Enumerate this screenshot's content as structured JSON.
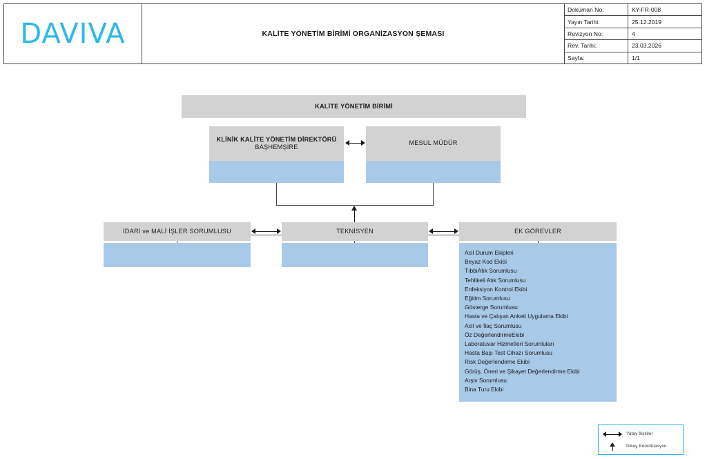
{
  "header": {
    "logo_text": "DAVIVA",
    "logo_color": "#2bb9e8",
    "document_title": "KALİTE YÖNETİM BİRİMİ ORGANİZASYON ŞEMASI",
    "meta": [
      {
        "label": "Doküman No:",
        "value": "KY-FR-008"
      },
      {
        "label": "Yayın Tarihi:",
        "value": "25.12.2019"
      },
      {
        "label": "Revizyon No:",
        "value": "4"
      },
      {
        "label": "Rev. Tarihi:",
        "value": "23.03.2026"
      },
      {
        "label": "Sayfa:",
        "value": "1/1"
      }
    ]
  },
  "chart": {
    "root": {
      "label": "KALİTE YÖNETİM BİRİMİ"
    },
    "level2": [
      {
        "label": "KLİNİK KALİTE YÖNETİM DİREKTÖRÜ",
        "sublabel": "BAŞHEMŞİRE"
      },
      {
        "label": "MESUL MÜDÜR",
        "sublabel": ""
      }
    ],
    "level3": [
      {
        "label": "İDARİ ve MALİ İŞLER SORUMLUSU"
      },
      {
        "label": "TEKNİSYEN"
      },
      {
        "label": "EK GÖREVLER"
      }
    ],
    "ek_gorevler_items": [
      "Acil Durum Ekipleri",
      "Beyaz Kod Ekibi",
      "TıbbiAtık Sorumlusu",
      "Tehlikeli Atık Sorumlusu",
      "Enfeksiyon Kontrol Ekibi",
      "Eğitim Sorumlusu",
      "Gösterge Sorumlusu",
      "Hasta ve Çalışan Anketi Uygulama Ekibi",
      "Acil ve İlaç Sorumlusu",
      "Öz DeğerlendirmeEkibi",
      "Laboratuvar Hizmetleri Sorumluları",
      "Hasta Başı Test Cihazı Sorumlusu",
      "Risk Değerlendirme Ekibi",
      "Görüş, Öneri ve Şikayet Değerlendirme Ekibi",
      "Arşiv Sorumlusu",
      "Bina Turu Ekibi"
    ],
    "colors": {
      "box_gray": "#d2d2d2",
      "box_blue": "#a9c9e8",
      "line": "#4a4a4a"
    }
  },
  "legend": {
    "rows": [
      {
        "symbol": "double-arrow-horizontal",
        "label": "Yatay İlişkiler"
      },
      {
        "symbol": "arrow-up-vertical",
        "label": "Dikey Koordinasyon"
      }
    ],
    "border_color": "#2bb9e8"
  }
}
